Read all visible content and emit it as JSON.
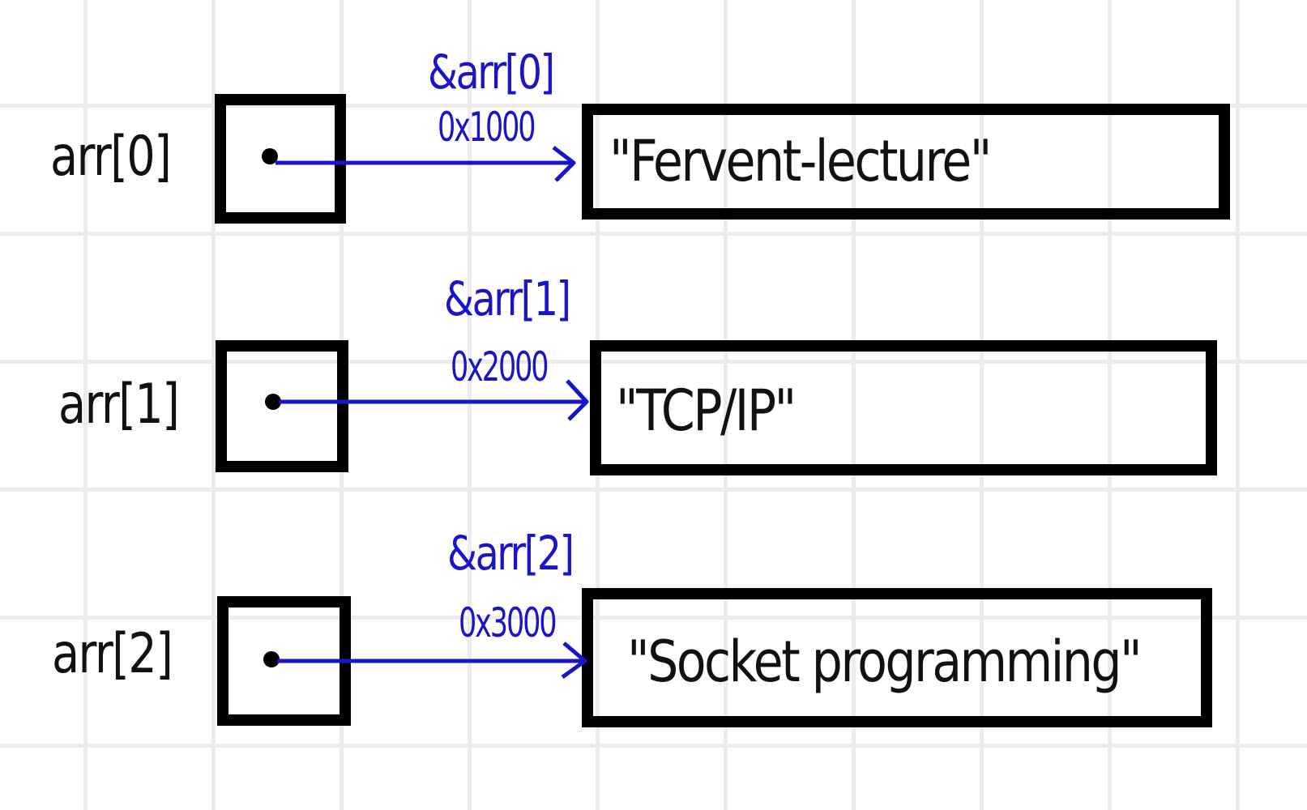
{
  "rows": [
    {
      "label": "arr[0]",
      "address_name": "&arr[0]",
      "address_value": "0x1000",
      "string_value": "\"Fervent-lecture\""
    },
    {
      "label": "arr[1]",
      "address_name": "&arr[1]",
      "address_value": "0x2000",
      "string_value": "\"TCP/IP\""
    },
    {
      "label": "arr[2]",
      "address_name": "&arr[2]",
      "address_value": "0x3000",
      "string_value": "\"Socket programming\""
    }
  ],
  "colors": {
    "ink": "#000000",
    "pointer": "#1a16c8",
    "grid": "#ececec"
  }
}
